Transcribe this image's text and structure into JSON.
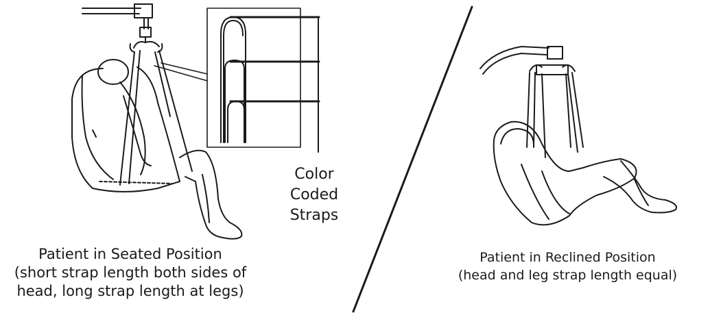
{
  "labels": {
    "strap_label": [
      "Color",
      "Coded",
      "Straps"
    ]
  },
  "captions": {
    "seated": [
      "Patient in Seated Position",
      "(short strap length both sides of",
      "head, long strap length at legs)"
    ],
    "reclined": [
      "Patient in Reclined Position",
      "(head and leg strap length equal)"
    ]
  }
}
